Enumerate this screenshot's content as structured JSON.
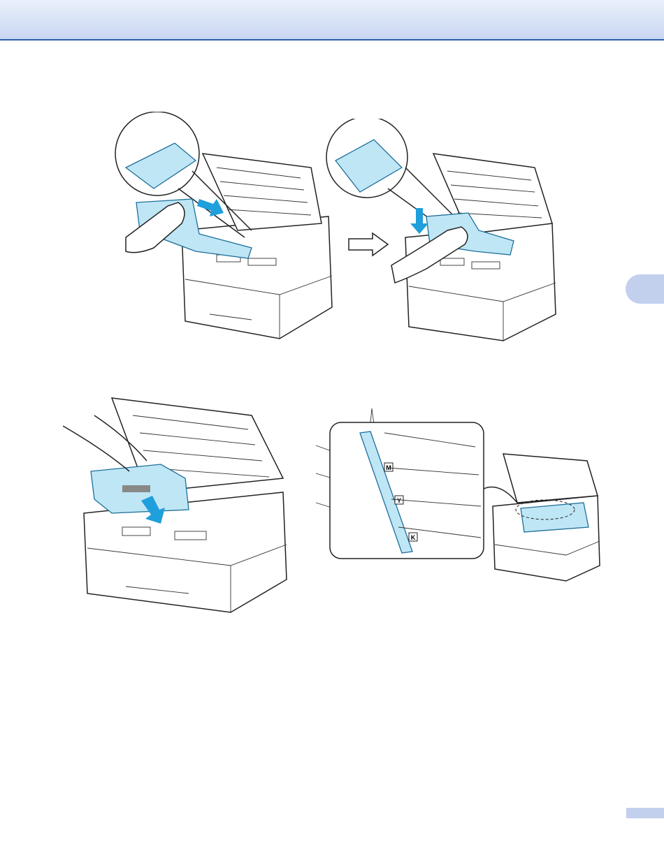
{
  "header": {
    "band_color": "#c9d6f2",
    "rule_color": "#2c5fa8"
  },
  "chapter_tab": {
    "color": "#c2d0ee",
    "label": ""
  },
  "page_number_tab": {
    "color": "#c2d0ee",
    "label": ""
  },
  "figures": [
    {
      "id": "figure-install-drum-unit",
      "callouts": []
    },
    {
      "id": "figure-press-drum-unit",
      "callouts": []
    },
    {
      "id": "figure-slide-toner-cartridge",
      "callouts": []
    },
    {
      "id": "figure-color-label-detail",
      "callouts": [],
      "labels": [
        "M",
        "Y",
        "K"
      ]
    }
  ],
  "colors": {
    "accent_blue": "#1f9fdc",
    "part_fill": "#bfe6f5"
  }
}
